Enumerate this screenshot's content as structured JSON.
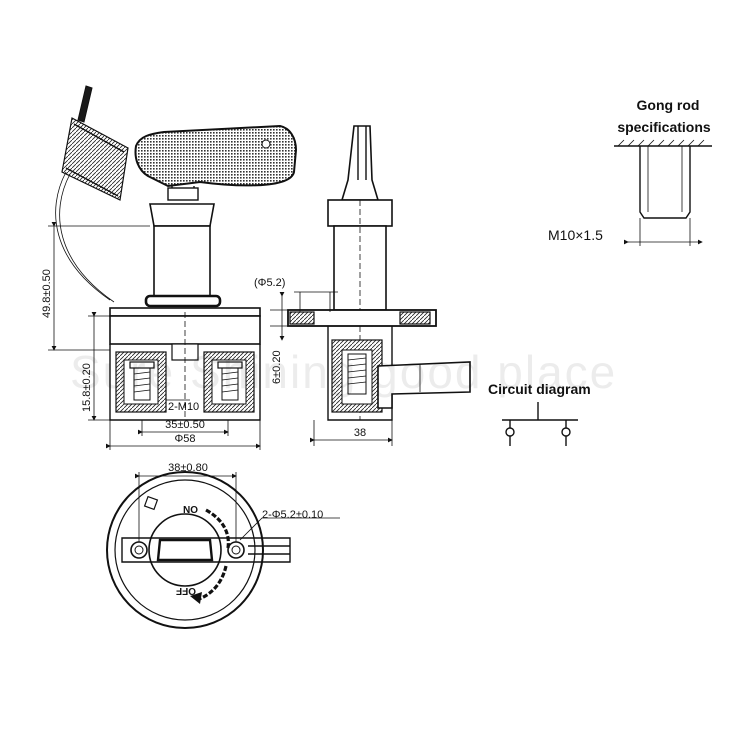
{
  "watermark": "Sure Shining good place",
  "gong_rod": {
    "title_line1": "Gong rod",
    "title_line2": "specifications",
    "thread": "M10×1.5"
  },
  "circuit": {
    "title": "Circuit diagram"
  },
  "front_view": {
    "height_dim": "49.8±0.50",
    "base_height_dim": "15.8±0.20",
    "thread_label": "2-M10",
    "spacing_dim": "35±0.50",
    "diameter_dim": "Φ58"
  },
  "side_view": {
    "hole_dim": "(Φ5.2)",
    "plate_dim": "6±0.20",
    "width_dim": "38"
  },
  "top_view": {
    "width_dim": "38±0.80",
    "holes_dim": "2-Φ5.2±0.10",
    "on_label": "ON",
    "off_label": "OFF"
  }
}
